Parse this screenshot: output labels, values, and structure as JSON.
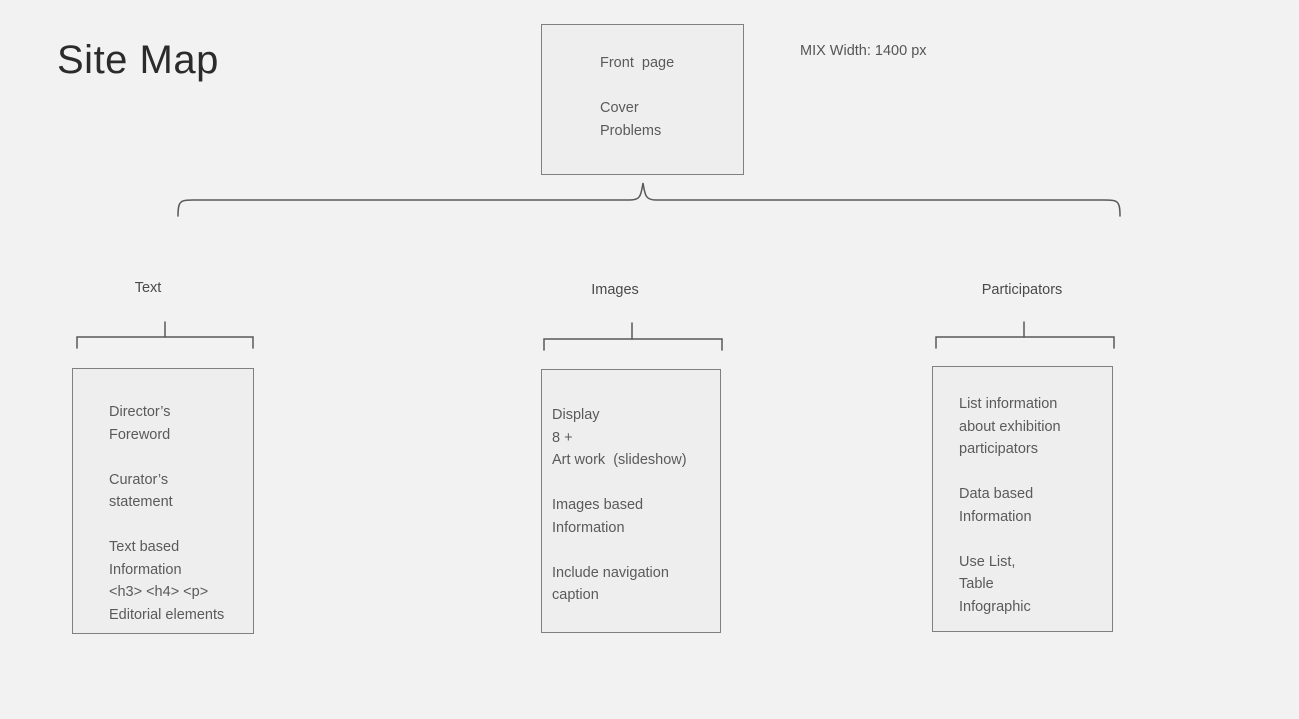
{
  "page": {
    "title": "Site Map",
    "note": "MIX Width: 1400 px",
    "background_color": "#f2f2f2",
    "box_fill_color": "#eeeeee",
    "box_border_color": "#808080",
    "text_color": "#5a5a5a",
    "title_color": "#2b2b2b",
    "connector_color": "#595959"
  },
  "diagram": {
    "type": "site-map-tree",
    "root": {
      "name": "front-page",
      "lines": "Front  page\n\nCover\nProblems"
    },
    "branches": [
      {
        "name": "text",
        "label": "Text",
        "lines": "Director’s\nForeword\n\nCurator’s\nstatement\n\nText based\nInformation\n<h3> <h4> <p>\nEditorial elements"
      },
      {
        "name": "images",
        "label": "Images",
        "lines": "Display\n8 +\nArt work  (slideshow)\n\nImages based\nInformation\n\nInclude navigation\ncaption"
      },
      {
        "name": "participators",
        "label": "Participators",
        "lines": "List information\nabout exhibition\nparticipators\n\nData based\nInformation\n\nUse List,\nTable\nInfographic"
      }
    ]
  }
}
